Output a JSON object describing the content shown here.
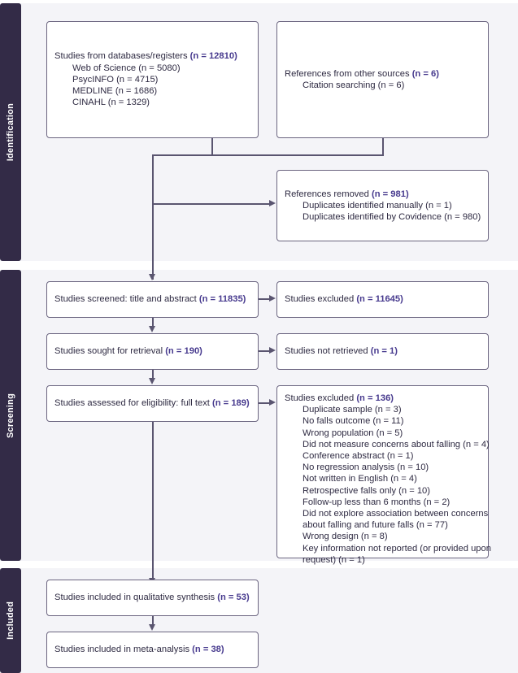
{
  "diagram": {
    "title": "PRISMA flow diagram",
    "colors": {
      "background": "#f4f4f8",
      "phase_band": "#332b47",
      "box_border": "#6b6580",
      "box_fill": "#ffffff",
      "text": "#2e2a42",
      "count_accent": "#473a8e",
      "connector": "#5a5570"
    }
  },
  "phases": [
    {
      "id": "identification",
      "label": "Identification"
    },
    {
      "id": "screening",
      "label": "Screening"
    },
    {
      "id": "included",
      "label": "Included"
    }
  ],
  "boxes": {
    "databases": {
      "heading_text": "Studies from databases/registers ",
      "heading_count": "(n = 12810)",
      "items": [
        "Web of Science (n = 5080)",
        "PsycINFO (n = 4715)",
        "MEDLINE (n = 1686)",
        "CINAHL (n = 1329)"
      ]
    },
    "other_sources": {
      "heading_text": "References from other sources ",
      "heading_count": "(n = 6)",
      "items": [
        "Citation searching (n = 6)"
      ]
    },
    "removed": {
      "heading_text": "References removed ",
      "heading_count": "(n = 981)",
      "items": [
        "Duplicates identified manually (n = 1)",
        "Duplicates identified by Covidence (n = 980)"
      ]
    },
    "screened": {
      "heading_text": "Studies screened: title and abstract ",
      "heading_count": "(n = 11835)"
    },
    "excluded_screen": {
      "heading_text": "Studies excluded ",
      "heading_count": "(n = 11645)"
    },
    "sought": {
      "heading_text": "Studies sought for retrieval ",
      "heading_count": "(n = 190)"
    },
    "not_retrieved": {
      "heading_text": "Studies not retrieved ",
      "heading_count": "(n = 1)"
    },
    "assessed": {
      "heading_text": "Studies assessed for eligibility: full text ",
      "heading_count": "(n = 189)"
    },
    "excluded_full": {
      "heading_text": "Studies excluded ",
      "heading_count": "(n = 136)",
      "items": [
        "Duplicate sample (n = 3)",
        "No falls outcome (n = 11)",
        "Wrong population (n = 5)",
        "Did not measure concerns about falling (n = 4)",
        "Conference abstract (n = 1)",
        "No regression analysis (n = 10)",
        "Not written in English (n = 4)",
        "Retrospective falls only (n = 10)",
        "Follow-up less than 6 months (n = 2)",
        "Did not explore association between concerns",
        "about falling and future falls (n = 77)",
        "Wrong design (n = 8)",
        "Key information not reported (or provided upon",
        "request) (n = 1)"
      ]
    },
    "qualitative": {
      "heading_text": "Studies included in qualitative synthesis ",
      "heading_count": "(n = 53)"
    },
    "meta_analysis": {
      "heading_text": "Studies included in meta-analysis ",
      "heading_count": "(n = 38)"
    }
  }
}
